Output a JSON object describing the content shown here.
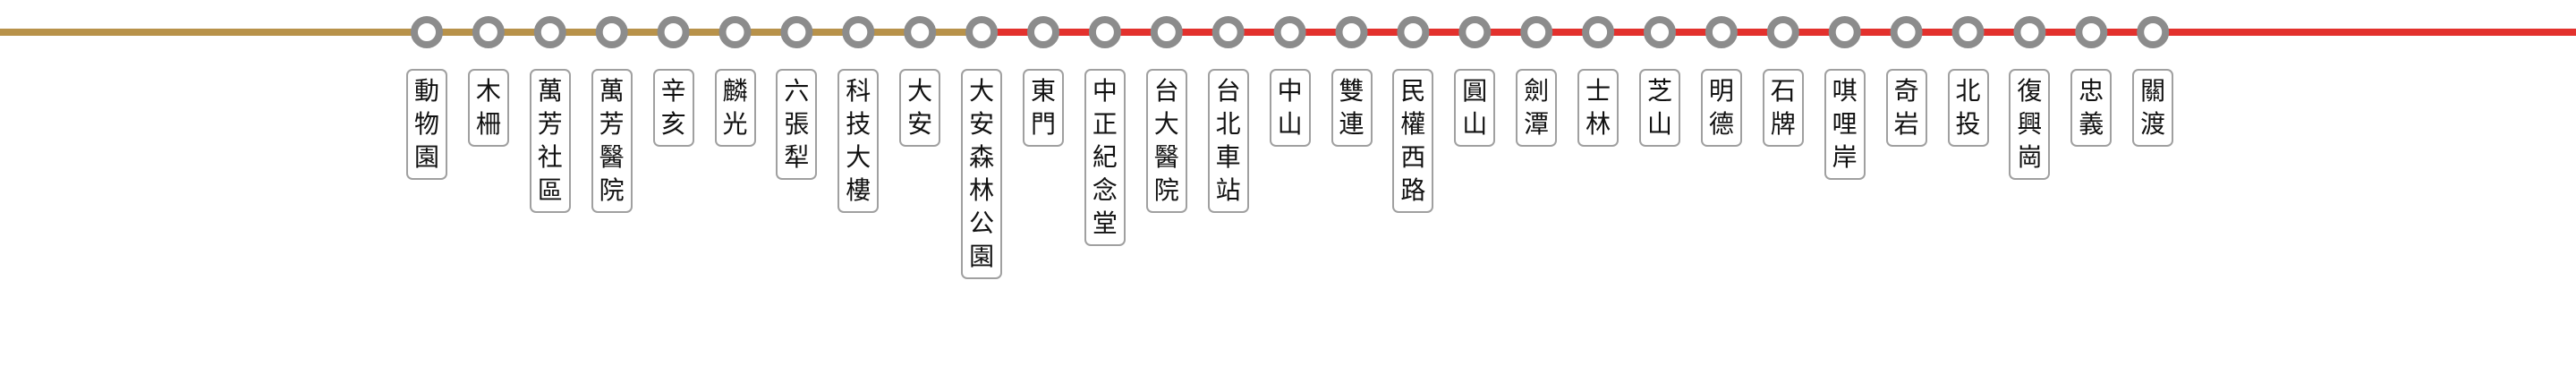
{
  "line_segments": [
    {
      "from_station": 0,
      "to_station": 9,
      "color": "#B8924A",
      "extends_left": true
    },
    {
      "from_station": 9,
      "to_station": 28,
      "color": "#E3312D",
      "extends_right": true
    }
  ],
  "station_style": {
    "marker_fill": "#ffffff",
    "marker_ring": "#8c8c8c",
    "label_border": "#a0a0a0"
  },
  "stations": [
    {
      "name": "動物園"
    },
    {
      "name": "木柵"
    },
    {
      "name": "萬芳社區"
    },
    {
      "name": "萬芳醫院"
    },
    {
      "name": "辛亥"
    },
    {
      "name": "麟光"
    },
    {
      "name": "六張犁"
    },
    {
      "name": "科技大樓"
    },
    {
      "name": "大安"
    },
    {
      "name": "大安森林公園"
    },
    {
      "name": "東門"
    },
    {
      "name": "中正紀念堂"
    },
    {
      "name": "台大醫院"
    },
    {
      "name": "台北車站"
    },
    {
      "name": "中山"
    },
    {
      "name": "雙連"
    },
    {
      "name": "民權西路"
    },
    {
      "name": "圓山"
    },
    {
      "name": "劍潭"
    },
    {
      "name": "士林"
    },
    {
      "name": "芝山"
    },
    {
      "name": "明德"
    },
    {
      "name": "石牌"
    },
    {
      "name": "唭哩岸"
    },
    {
      "name": "奇岩"
    },
    {
      "name": "北投"
    },
    {
      "name": "復興崗"
    },
    {
      "name": "忠義"
    },
    {
      "name": "關渡"
    }
  ]
}
